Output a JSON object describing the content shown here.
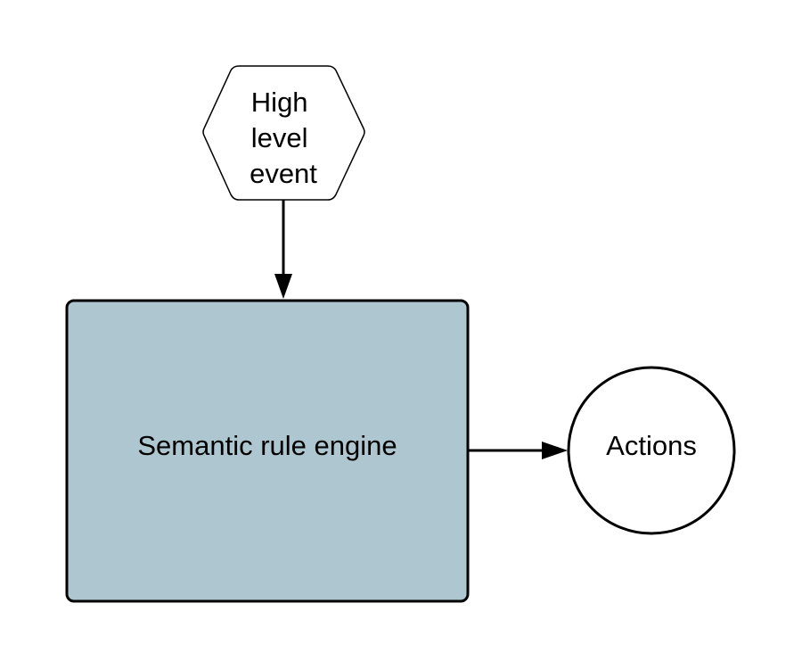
{
  "diagram": {
    "nodes": {
      "event": {
        "shape": "hexagon",
        "lines": [
          "High",
          "level",
          "event"
        ],
        "fill": "#ffffff",
        "stroke": "#000000"
      },
      "engine": {
        "shape": "rounded-rectangle",
        "label": "Semantic rule engine",
        "fill": "#adc6d0",
        "stroke": "#000000"
      },
      "actions": {
        "shape": "circle",
        "label": "Actions",
        "fill": "#ffffff",
        "stroke": "#000000"
      }
    },
    "edges": [
      {
        "from": "event",
        "to": "engine"
      },
      {
        "from": "engine",
        "to": "actions"
      }
    ]
  }
}
